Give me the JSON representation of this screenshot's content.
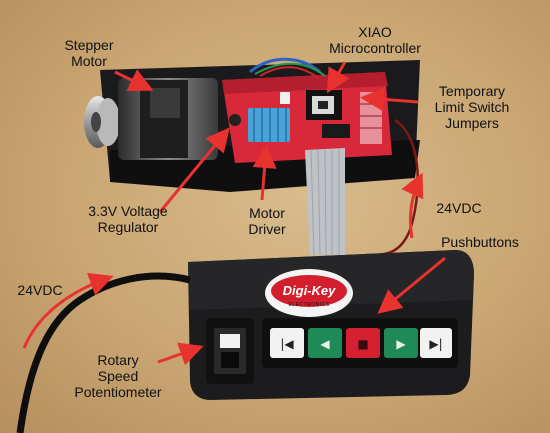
{
  "labels": {
    "stepper_motor": [
      "Stepper",
      "Motor"
    ],
    "xiao": [
      "XIAO",
      "Microcontroller"
    ],
    "limit_switch": [
      "Temporary",
      "Limit Switch",
      "Jumpers"
    ],
    "voltage_regulator": [
      "3.3V Voltage",
      "Regulator"
    ],
    "motor_driver": [
      "Motor",
      "Driver"
    ],
    "power_right": "24VDC",
    "pushbuttons": "Pushbuttons",
    "power_left": "24VDC",
    "potentiometer": [
      "Rotary",
      "Speed",
      "Potentiometer"
    ]
  },
  "logo": {
    "text": "Digi-Key",
    "subtext": "ELECTRONICS"
  },
  "colors": {
    "arrow": "#e8322e",
    "enclosure": "#1c1c1e",
    "pcb": "#d8283a",
    "heatsink": "#4aa3d8",
    "button_white": "#f2f2f2",
    "button_green": "#1f8a55",
    "button_red": "#d42030",
    "ribbon": "#bfc3c8"
  },
  "buttons": [
    {
      "icon": "skip-back-icon",
      "glyph": "|◀"
    },
    {
      "icon": "play-left-icon",
      "glyph": "◀"
    },
    {
      "icon": "stop-icon",
      "glyph": "■"
    },
    {
      "icon": "play-right-icon",
      "glyph": "▶"
    },
    {
      "icon": "skip-forward-icon",
      "glyph": "▶|"
    }
  ]
}
